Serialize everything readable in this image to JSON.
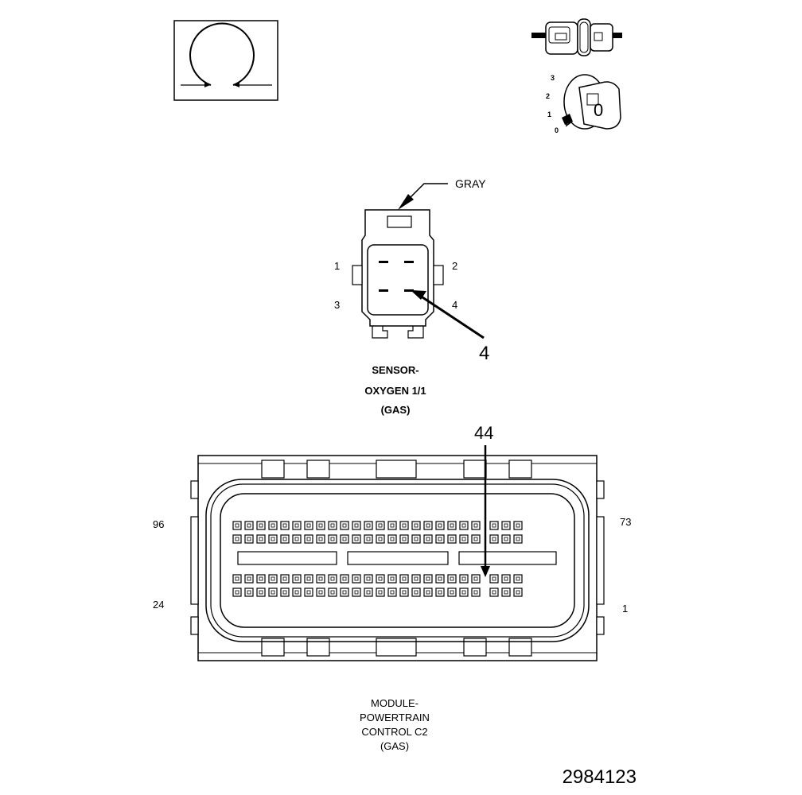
{
  "sensor_connector": {
    "wire_color_callout": "GRAY",
    "pin_labels": [
      "1",
      "2",
      "3",
      "4"
    ],
    "pointer_label": "4",
    "title_lines": [
      "SENSOR-",
      "OXYGEN 1/1",
      "(GAS)"
    ]
  },
  "pcm_connector": {
    "pointer_label": "44",
    "corner_labels": {
      "top_left": "96",
      "top_right": "73",
      "bottom_left": "24",
      "bottom_right": "1"
    },
    "title_lines": [
      "MODULE-",
      "POWERTRAIN",
      "CONTROL C2",
      "(GAS)"
    ]
  },
  "ignition_icon": {
    "positions": [
      "3",
      "2",
      "1",
      "0"
    ],
    "key_glyph": "0"
  },
  "figure_number": "2984123"
}
